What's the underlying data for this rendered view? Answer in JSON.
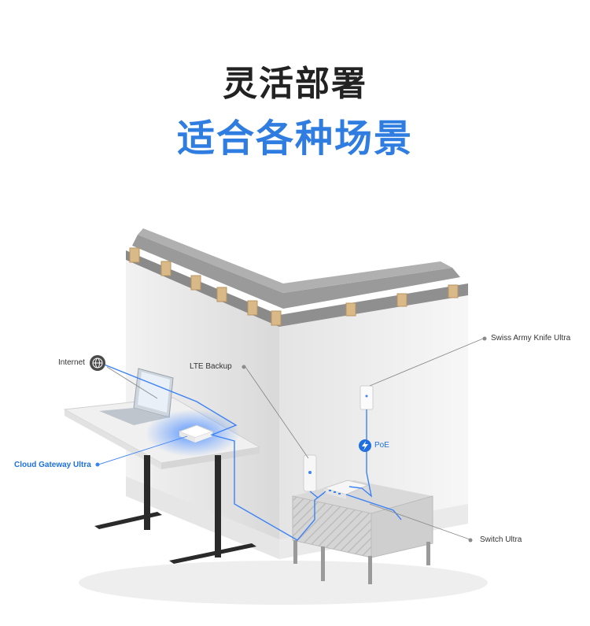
{
  "heading": {
    "line1": "灵活部署",
    "line2": "适合各种场景"
  },
  "labels": {
    "internet": "Internet",
    "lte_backup": "LTE Backup",
    "swiss_army_knife": "Swiss Army Knife Ultra",
    "poe": "PoE",
    "cloud_gateway": "Cloud Gateway Ultra",
    "switch_ultra": "Switch Ultra"
  },
  "colors": {
    "accent": "#2f7de1",
    "heading": "#222222",
    "cable": "#3b82f6"
  },
  "icons": [
    "globe-icon",
    "lightning-bolt-icon"
  ]
}
